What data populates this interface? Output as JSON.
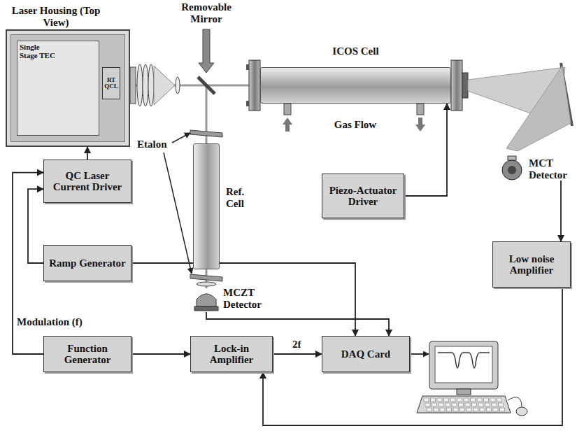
{
  "diagram": {
    "nodes": [
      {
        "text": [
          "Laser Housing (Top View)"
        ]
      },
      {
        "text": [
          "Single Stage TEC"
        ],
        "in": 0
      },
      {
        "text": [
          "RT QCL"
        ],
        "in": 0
      },
      {
        "text": [
          "ICOS Cell"
        ]
      },
      {
        "text": [
          "Ref. Cell"
        ]
      },
      {
        "text": [
          "MCZT Detector"
        ]
      },
      {
        "text": [
          "MCT Detector"
        ]
      },
      {
        "text": [
          "QC Laser Current Driver"
        ]
      },
      {
        "text": [
          "Piezo-Actuator Driver"
        ]
      },
      {
        "text": [
          "Low noise Amplifier"
        ]
      },
      {
        "text": [
          "Ramp Generator"
        ]
      },
      {
        "text": [
          "Function Generator"
        ]
      },
      {
        "text": [
          "Lock-in Amplifier"
        ]
      },
      {
        "text": [
          "DAQ Card"
        ]
      }
    ],
    "edges": [
      {
        "from": 7,
        "to": 0,
        "arrow": "to"
      },
      {
        "from": 10,
        "to": 7,
        "arrow": "to"
      },
      {
        "from": 10,
        "to": 13,
        "arrow": "to"
      },
      {
        "from": 11,
        "to": 7,
        "arrow": "to"
      },
      {
        "from": 11,
        "to": 12,
        "arrow": "to"
      },
      {
        "from": 12,
        "to": 13,
        "arrow": "to"
      },
      {
        "from": 5,
        "to": 13,
        "arrow": "to"
      },
      {
        "from": 8,
        "to": 3,
        "arrow": "to"
      },
      {
        "from": 6,
        "to": 9,
        "arrow": "to"
      },
      {
        "from": 9,
        "to": 12,
        "arrow": "to"
      }
    ],
    "labels": [
      "Removable Mirror",
      "Etalon",
      "Gas Flow",
      "Modulation (f)",
      "2f"
    ]
  }
}
